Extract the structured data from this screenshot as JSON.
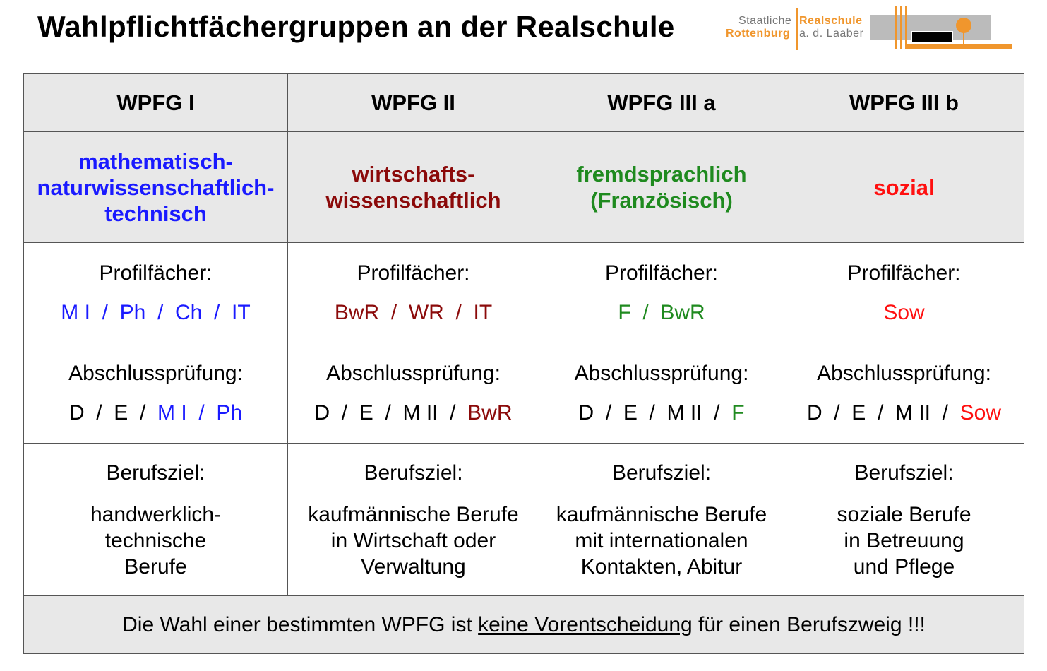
{
  "title": "Wahlpflichtfächergruppen an der Realschule",
  "logo": {
    "line1a": "Staatliche",
    "line1b": "Realschule",
    "line2a": "Rottenburg",
    "line2b": "a. d. Laaber"
  },
  "colors": {
    "blue": "#1a1aff",
    "dark_red": "#8b0a0a",
    "green": "#1f8a1f",
    "red": "#ff1010",
    "orange": "#f0962d"
  },
  "columns": [
    {
      "header": "WPFG  I",
      "category": [
        "mathematisch-",
        "naturwissenschaftlich-",
        "technisch"
      ],
      "profil_label": "Profilfächer:",
      "profil": "M I  /  Ph  /  Ch  /  IT",
      "abschluss_label": "Abschlussprüfung:",
      "abschluss_plain": "D  /  E  /  ",
      "abschluss_colored": "M I  /  Ph",
      "beruf_label": "Berufsziel:",
      "beruf": [
        "handwerklich-",
        "technische",
        "Berufe"
      ]
    },
    {
      "header": "WPFG  II",
      "category": [
        "wirtschafts-",
        "wissenschaftlich"
      ],
      "profil_label": "Profilfächer:",
      "profil": "BwR  /  WR  /  IT",
      "abschluss_label": "Abschlussprüfung:",
      "abschluss_plain": "D  /  E  /  M II  /  ",
      "abschluss_colored": "BwR",
      "beruf_label": "Berufsziel:",
      "beruf": [
        "kaufmännische Berufe",
        "in Wirtschaft oder",
        "Verwaltung"
      ]
    },
    {
      "header": "WPFG  III a",
      "category": [
        "fremdsprachlich",
        "(Französisch)"
      ],
      "profil_label": "Profilfächer:",
      "profil": "F  /  BwR",
      "abschluss_label": "Abschlussprüfung:",
      "abschluss_plain": "D  /  E  /  M II  /  ",
      "abschluss_colored": "F",
      "beruf_label": "Berufsziel:",
      "beruf": [
        "kaufmännische Berufe",
        "mit internationalen",
        "Kontakten, Abitur"
      ]
    },
    {
      "header": "WPFG  III b",
      "category": [
        "sozial"
      ],
      "profil_label": "Profilfächer:",
      "profil": "Sow",
      "abschluss_label": "Abschlussprüfung:",
      "abschluss_plain": "D  /  E  /  M II  /  ",
      "abschluss_colored": "Sow",
      "beruf_label": "Berufsziel:",
      "beruf": [
        "soziale Berufe",
        "in Betreuung",
        "und Pflege"
      ]
    }
  ],
  "footer": {
    "before": "Die Wahl einer bestimmten WPFG ist ",
    "underlined": "keine Vorentscheidung",
    "after": " für einen Berufszweig !!!"
  }
}
